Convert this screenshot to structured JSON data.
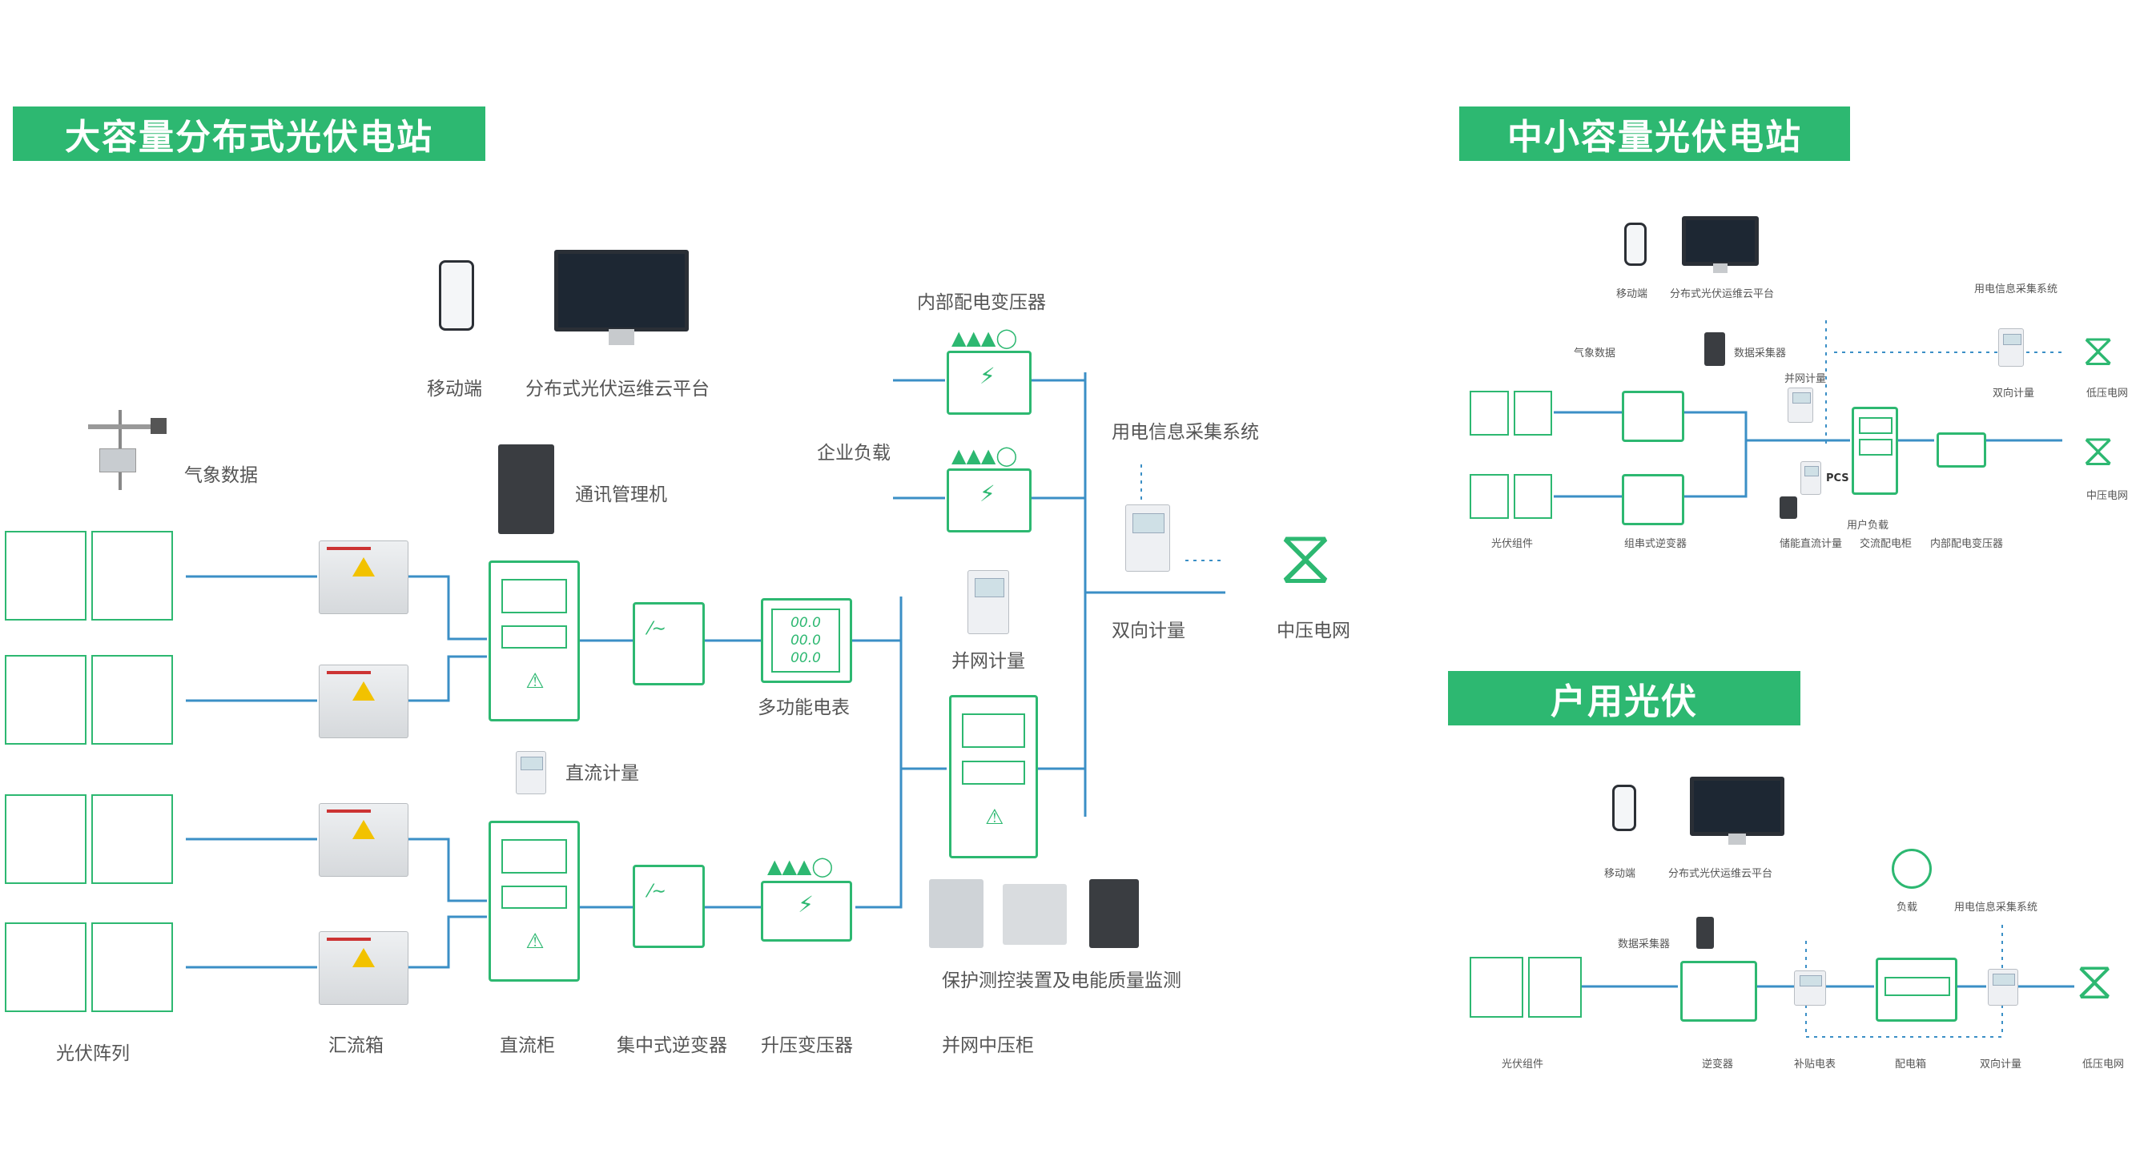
{
  "colors": {
    "accent": "#2db871",
    "wire": "#3b8fc6"
  },
  "large": {
    "title": "大容量分布式光伏电站",
    "mobile": "移动端",
    "cloud": "分布式光伏运维云平台",
    "weather": "气象数据",
    "comm": "通讯管理机",
    "dc_meter": "直流计量",
    "multi_meter": "多功能电表",
    "inner_transformer": "内部配电变压器",
    "enterprise_load": "企业负载",
    "grid_meter": "并网计量",
    "collection": "用电信息采集系统",
    "bidirectional": "双向计量",
    "mv_grid": "中压电网",
    "protection": "保护测控装置及电能质量监测",
    "meter_readout": [
      "00.0",
      "00.0",
      "00.0"
    ],
    "bottom_labels": [
      "光伏阵列",
      "汇流箱",
      "直流柜",
      "集中式逆变器",
      "升压变压器",
      "并网中压柜"
    ]
  },
  "medium": {
    "title": "中小容量光伏电站",
    "mobile": "移动端",
    "cloud": "分布式光伏运维云平台",
    "weather": "气象数据",
    "collector": "数据采集器",
    "collection": "用电信息采集系统",
    "grid_meter": "并网计量",
    "bidirectional": "双向计量",
    "lv_grid": "低压电网",
    "mv_grid": "中压电网",
    "user_load": "用户负载",
    "pcs": "PCS",
    "pv_module": "光伏组件",
    "string_inverter": "组串式逆变器",
    "storage_meter": "储能直流计量",
    "ac_cabinet": "交流配电柜",
    "inner_transformer": "内部配电变压器"
  },
  "household": {
    "title": "户用光伏",
    "mobile": "移动端",
    "cloud": "分布式光伏运维云平台",
    "load": "负载",
    "collection": "用电信息采集系统",
    "collector": "数据采集器",
    "pv_module": "光伏组件",
    "inverter": "逆变器",
    "subsidy_meter": "补贴电表",
    "dist_box": "配电箱",
    "bidirectional": "双向计量",
    "lv_grid": "低压电网"
  }
}
